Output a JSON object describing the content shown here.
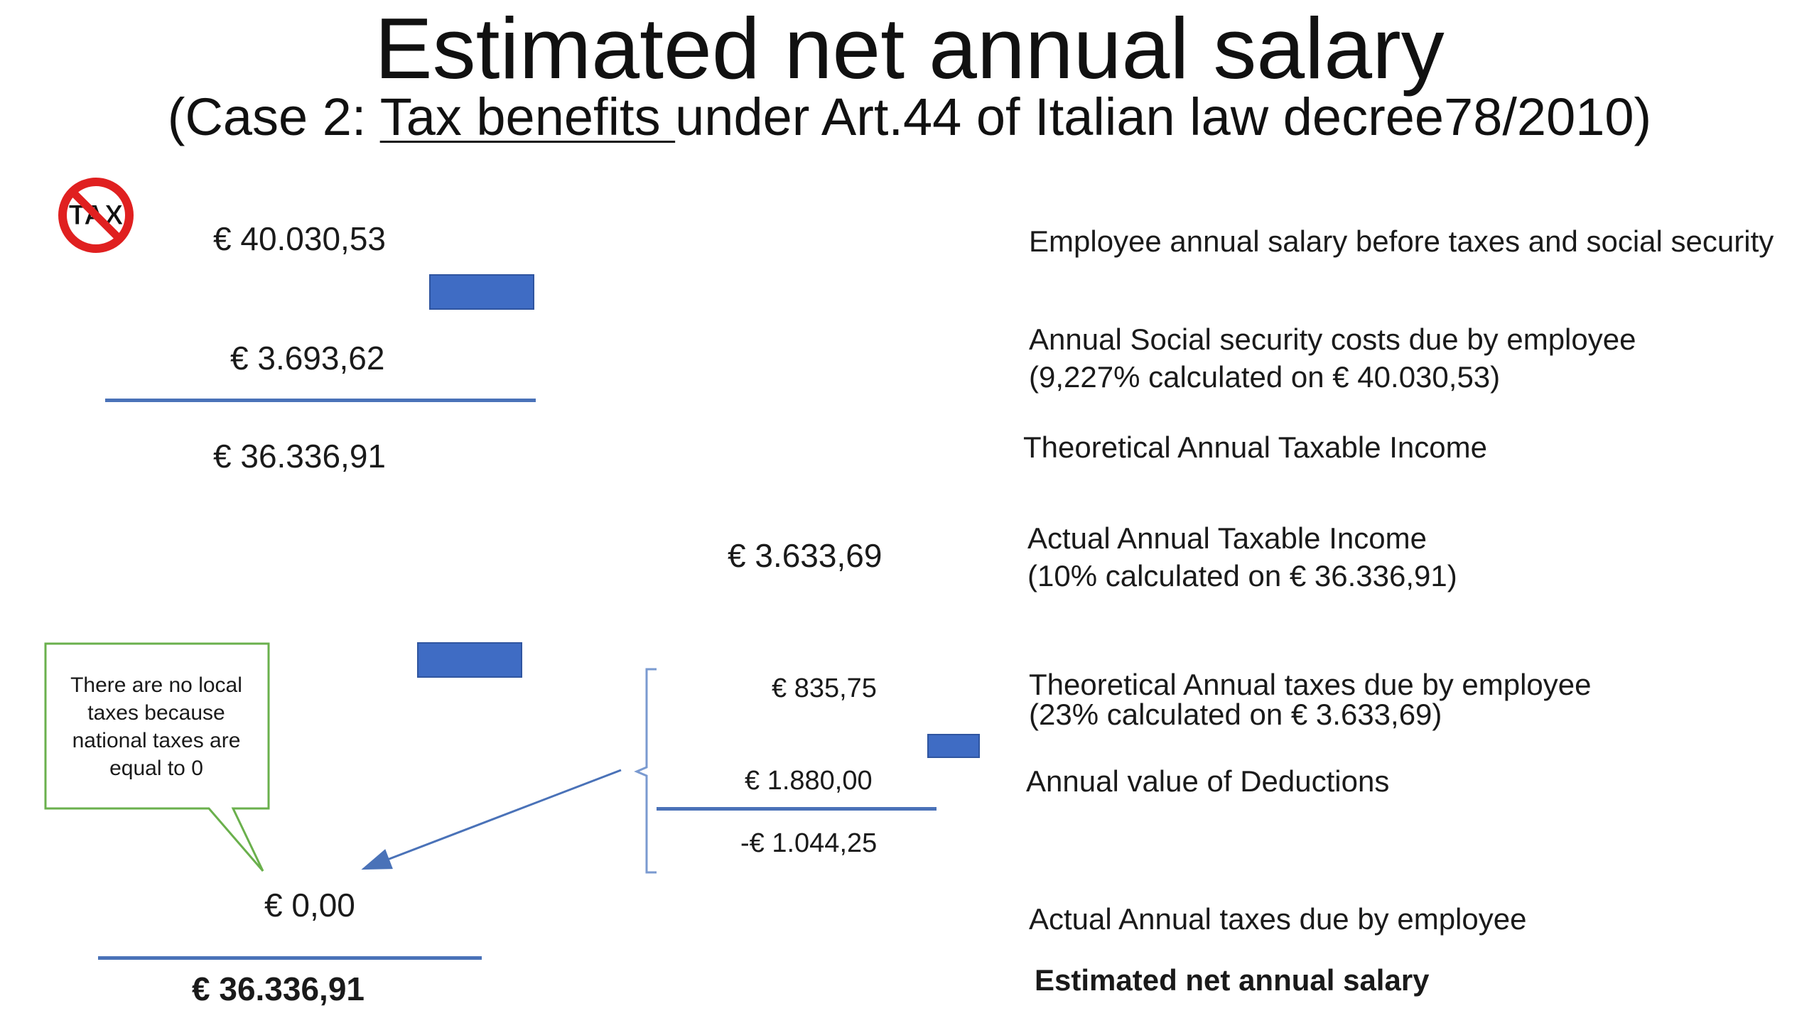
{
  "header": {
    "title": "Estimated net annual salary",
    "subtitle_prefix": "(Case 2: ",
    "subtitle_underlined": "Tax benefits ",
    "subtitle_suffix": "under Art.44 of Italian law decree78/2010)"
  },
  "icon": {
    "name": "no-tax-icon",
    "label": "TAX",
    "ring_color": "#e02020"
  },
  "amounts": {
    "gross_salary": "€ 40.030,53",
    "social_security": "€ 3.693,62",
    "theoretical_taxable": "€ 36.336,91",
    "actual_taxable": "€ 3.633,69",
    "theoretical_taxes": "€ 835,75",
    "deductions": "€ 1.880,00",
    "tax_difference": "-€ 1.044,25",
    "actual_taxes": "€ 0,00",
    "net_salary": "€ 36.336,91"
  },
  "descriptions": {
    "gross_salary": "Employee annual salary before taxes and social security",
    "social_security_line1": "Annual Social security costs due by employee",
    "social_security_line2": "(9,227% calculated on € 40.030,53)",
    "theoretical_taxable": "Theoretical Annual Taxable Income",
    "actual_taxable_line1": "Actual Annual Taxable Income",
    "actual_taxable_line2": "(10% calculated on € 36.336,91)",
    "theoretical_taxes_line1": "Theoretical Annual taxes due by employee",
    "theoretical_taxes_line2": "(23% calculated on € 3.633,69)",
    "deductions": "Annual value of Deductions",
    "actual_taxes": "Actual Annual taxes due by employee",
    "net_salary": "Estimated net annual salary"
  },
  "callout": {
    "line1": "There are no local",
    "line2": "taxes because",
    "line3": "national taxes are",
    "line4": "equal to 0",
    "border_color": "#6ab04c"
  },
  "colors": {
    "rule": "#4a72b8",
    "minus_block": "#3f6cc4",
    "arrow": "#4a72b8",
    "bracket": "#7a9ad0"
  }
}
